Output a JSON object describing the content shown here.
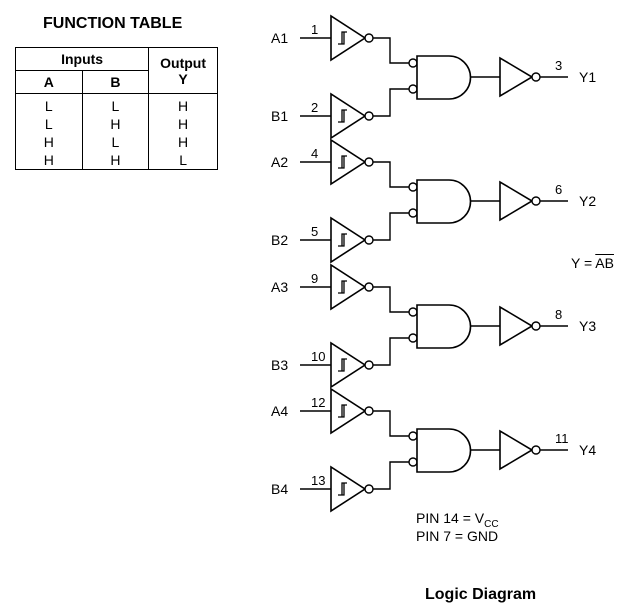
{
  "function_table": {
    "title": "FUNCTION TABLE",
    "inputs_header": "Inputs",
    "output_header": "Output",
    "col_a": "A",
    "col_b": "B",
    "col_y": "Y",
    "rows": [
      [
        "L",
        "L",
        "H"
      ],
      [
        "L",
        "H",
        "H"
      ],
      [
        "H",
        "L",
        "H"
      ],
      [
        "H",
        "H",
        "L"
      ]
    ]
  },
  "gates": [
    {
      "a_label": "A1",
      "a_pin": "1",
      "b_label": "B1",
      "b_pin": "2",
      "y_label": "Y1",
      "y_pin": "3"
    },
    {
      "a_label": "A2",
      "a_pin": "4",
      "b_label": "B2",
      "b_pin": "5",
      "y_label": "Y2",
      "y_pin": "6"
    },
    {
      "a_label": "A3",
      "a_pin": "9",
      "b_label": "B3",
      "b_pin": "10",
      "y_label": "Y3",
      "y_pin": "8"
    },
    {
      "a_label": "A4",
      "a_pin": "12",
      "b_label": "B4",
      "b_pin": "13",
      "y_label": "Y4",
      "y_pin": "11"
    }
  ],
  "equation": {
    "prefix": "Y = ",
    "overlined": "AB"
  },
  "power": {
    "vcc_prefix": "PIN 14 = V",
    "vcc_sub": "CC",
    "gnd": "PIN 7 = GND"
  },
  "diagram_title": "Logic Diagram"
}
